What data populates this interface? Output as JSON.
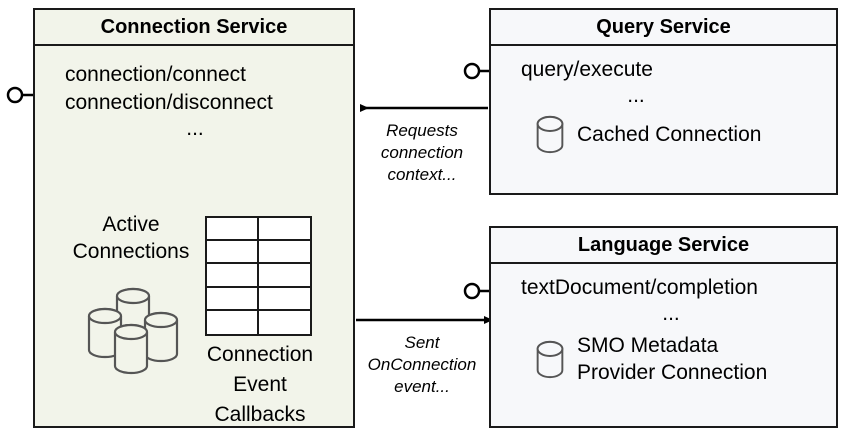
{
  "diagram": {
    "title": "Connection Service interaction diagram",
    "background": "#ffffff",
    "colors": {
      "connection_service_fill": "#f2f4ea",
      "service_fill": "#f7f8fa",
      "stroke": "#1a1a1a",
      "icon_stroke": "#555555"
    }
  },
  "connection_service": {
    "title": "Connection Service",
    "api": "connection/connect\nconnection/disconnect",
    "ellipsis": "...",
    "active_connections_label": "Active\nConnections",
    "callbacks_label": "Connection\nEvent\nCallbacks",
    "table": {
      "rows": 5,
      "columns": 2
    },
    "provided_interface": "lollipop-connector"
  },
  "query_service": {
    "title": "Query Service",
    "api": "query/execute",
    "ellipsis": "...",
    "artifact_label": "Cached Connection",
    "artifact_icon": "database-cylinder-icon",
    "provided_interface": "lollipop-connector"
  },
  "language_service": {
    "title": "Language Service",
    "api": "textDocument/completion",
    "ellipsis": "...",
    "artifact_label": "SMO Metadata\nProvider Connection",
    "artifact_icon": "database-cylinder-icon",
    "provided_interface": "lollipop-connector"
  },
  "edges": [
    {
      "id": "query-to-connection",
      "label": "Requests\nconnection\ncontext...",
      "direction": "left",
      "from": "Query Service",
      "to": "Connection Service"
    },
    {
      "id": "connection-to-language",
      "label": "Sent\nOnConnection\nevent...",
      "direction": "right",
      "from": "Connection Service",
      "to": "Language Service"
    }
  ]
}
